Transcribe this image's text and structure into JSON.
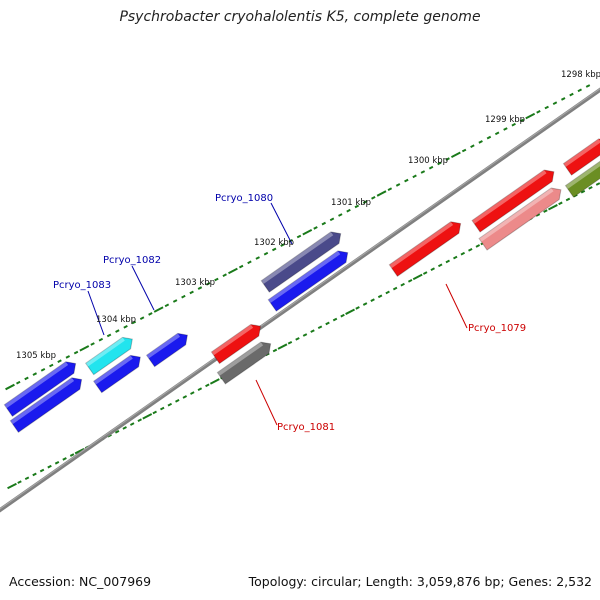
{
  "title": "Psychrobacter cryohalolentis K5, complete genome",
  "footer": {
    "accession": "Accession: NC_007969",
    "summary": "Topology: circular; Length: 3,059,876 bp; Genes: 2,532"
  },
  "colors": {
    "tick": "#1a7a1a",
    "backbone": "#808080",
    "blue": "#1a1aee",
    "dark_blue": "#4a4a8a",
    "cyan": "#22e4ee",
    "red": "#ee1111",
    "pink": "#ec8a8a",
    "gray": "#6a6a6a",
    "olive": "#6b8e23",
    "label_blue": "#0000aa",
    "label_red": "#cc0000"
  },
  "scale_labels": [
    "1298 kbp",
    "1299 kbp",
    "1300 kbp",
    "1301 kbp",
    "1302 kbp",
    "1303 kbp",
    "1304 kbp",
    "1305 kbp"
  ],
  "gene_labels": [
    {
      "id": "lbl-1080",
      "text": "Pcryo_1080",
      "color": "label_blue"
    },
    {
      "id": "lbl-1082",
      "text": "Pcryo_1082",
      "color": "label_blue"
    },
    {
      "id": "lbl-1083",
      "text": "Pcryo_1083",
      "color": "label_blue"
    },
    {
      "id": "lbl-1079",
      "text": "Pcryo_1079",
      "color": "label_red"
    },
    {
      "id": "lbl-1081",
      "text": "Pcryo_1081",
      "color": "label_red"
    }
  ]
}
